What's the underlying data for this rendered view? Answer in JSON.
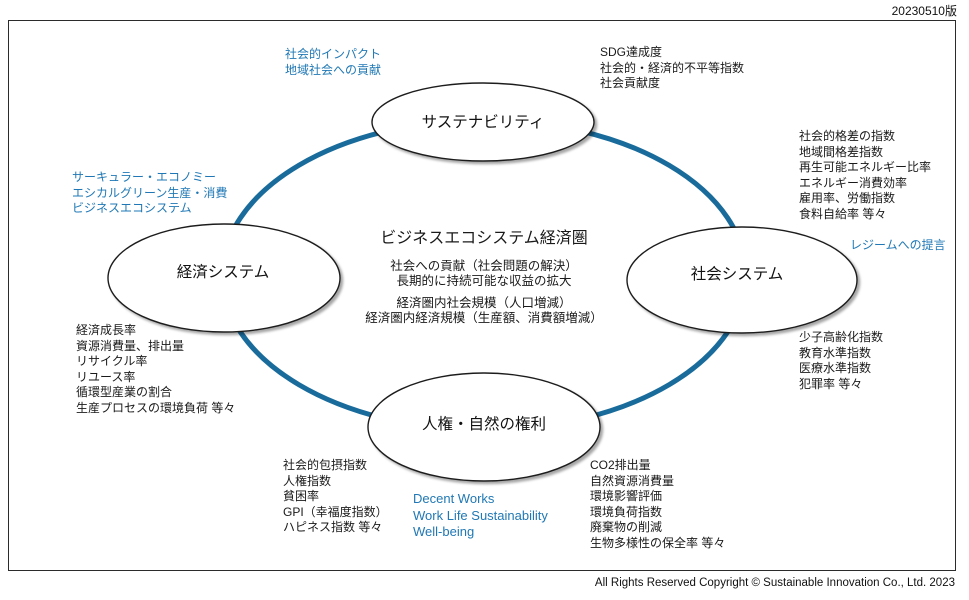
{
  "version_label": "20230510版",
  "copyright": "All Rights Reserved Copyright © Sustainable Innovation Co., Ltd. 2023",
  "colors": {
    "annotation_blue": "#1F78B5",
    "arc_blue": "#196B9B",
    "node_fill": "#FFFFFF",
    "node_stroke": "#1F1F1F"
  },
  "center": {
    "title": "ビジネスエコシステム経済圏",
    "group1": {
      "line1": "社会への貢献（社会問題の解決）",
      "line2": "長期的に持続可能な収益の拡大"
    },
    "group2": {
      "line1": "経済圏内社会規模（人口増減）",
      "line2": "経済圏内経済規模（生産額、消費額増減）"
    }
  },
  "nodes": {
    "top": {
      "label": "サステナビリティ"
    },
    "left": {
      "label": "経済システム"
    },
    "right": {
      "label": "社会システム"
    },
    "bottom": {
      "label": "人権・自然の権利"
    }
  },
  "annotations": {
    "top_left_blue": {
      "lines": [
        "社会的インパクト",
        "地域社会への貢献"
      ]
    },
    "top_right": {
      "lines": [
        "SDG達成度",
        "社会的・経済的不平等指数",
        "社会貢献度"
      ]
    },
    "right_upper": {
      "lines": [
        "社会的格差の指数",
        "地域間格差指数",
        "再生可能エネルギー比率",
        "エネルギー消費効率",
        "雇用率、労働指数",
        "食料自給率 等々"
      ]
    },
    "right_blue": {
      "lines": [
        "レジームへの提言"
      ]
    },
    "right_lower": {
      "lines": [
        "少子高齢化指数",
        "教育水準指数",
        "医療水準指数",
        "犯罪率 等々"
      ]
    },
    "left_blue": {
      "lines": [
        "サーキュラー・エコノミー",
        "エシカルグリーン生産・消費",
        "ビジネスエコシステム"
      ]
    },
    "left_lower": {
      "lines": [
        "経済成長率",
        "資源消費量、排出量",
        "リサイクル率",
        "リユース率",
        "循環型産業の割合",
        "生産プロセスの環境負荷 等々"
      ]
    },
    "bottom_left": {
      "lines": [
        "社会的包摂指数",
        "人権指数",
        "貧困率",
        "GPI（幸福度指数）",
        "ハピネス指数 等々"
      ]
    },
    "bottom_blue": {
      "lines": [
        "Decent Works",
        "Work Life Sustainability",
        "Well-being"
      ]
    },
    "bottom_right": {
      "lines": [
        "CO2排出量",
        "自然資源消費量",
        "環境影響評価",
        "環境負荷指数",
        "廃棄物の削減",
        "生物多様性の保全率 等々"
      ]
    }
  }
}
